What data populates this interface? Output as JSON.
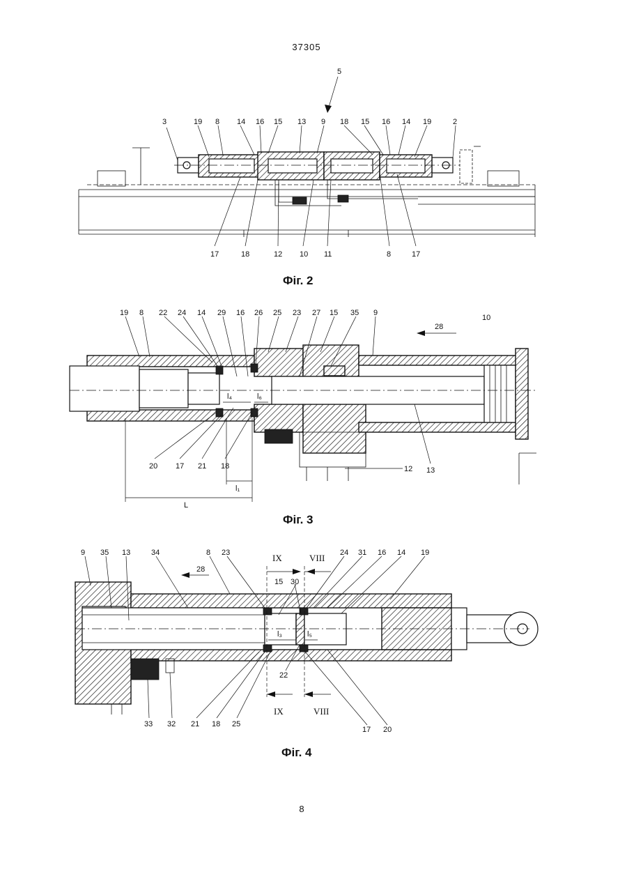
{
  "header": {
    "doc_number": "37305"
  },
  "footer": {
    "page_number": "8"
  },
  "figures": [
    {
      "id": "fig2",
      "caption": "Фіг. 2",
      "labels": {
        "top": [
          "3",
          "19",
          "8",
          "14",
          "16",
          "15",
          "13",
          "9",
          "18",
          "15",
          "16",
          "14",
          "19",
          "2"
        ],
        "arrow": "5",
        "bottom": [
          "17",
          "18",
          "12",
          "10",
          "11",
          "8",
          "17"
        ]
      }
    },
    {
      "id": "fig3",
      "caption": "Фіг. 3",
      "labels": {
        "top": [
          "19",
          "8",
          "22",
          "24",
          "14",
          "29",
          "16",
          "26",
          "25",
          "23",
          "27",
          "15",
          "35",
          "9",
          "10"
        ],
        "arrow": "28",
        "bottom": [
          "20",
          "17",
          "21",
          "18",
          "12",
          "13"
        ],
        "dimensions": [
          "l₄",
          "l₆",
          "l₁",
          "L"
        ]
      }
    },
    {
      "id": "fig4",
      "caption": "Фіг. 4",
      "labels": {
        "top": [
          "9",
          "35",
          "13",
          "34",
          "8",
          "23",
          "15",
          "30",
          "24",
          "31",
          "16",
          "14",
          "19"
        ],
        "arrow": "28",
        "sections": [
          "IX",
          "VIII",
          "IX",
          "VIII"
        ],
        "bottom": [
          "33",
          "32",
          "21",
          "18",
          "25",
          "22",
          "17",
          "20"
        ],
        "dimensions": [
          "l₃",
          "l₅"
        ]
      }
    }
  ]
}
